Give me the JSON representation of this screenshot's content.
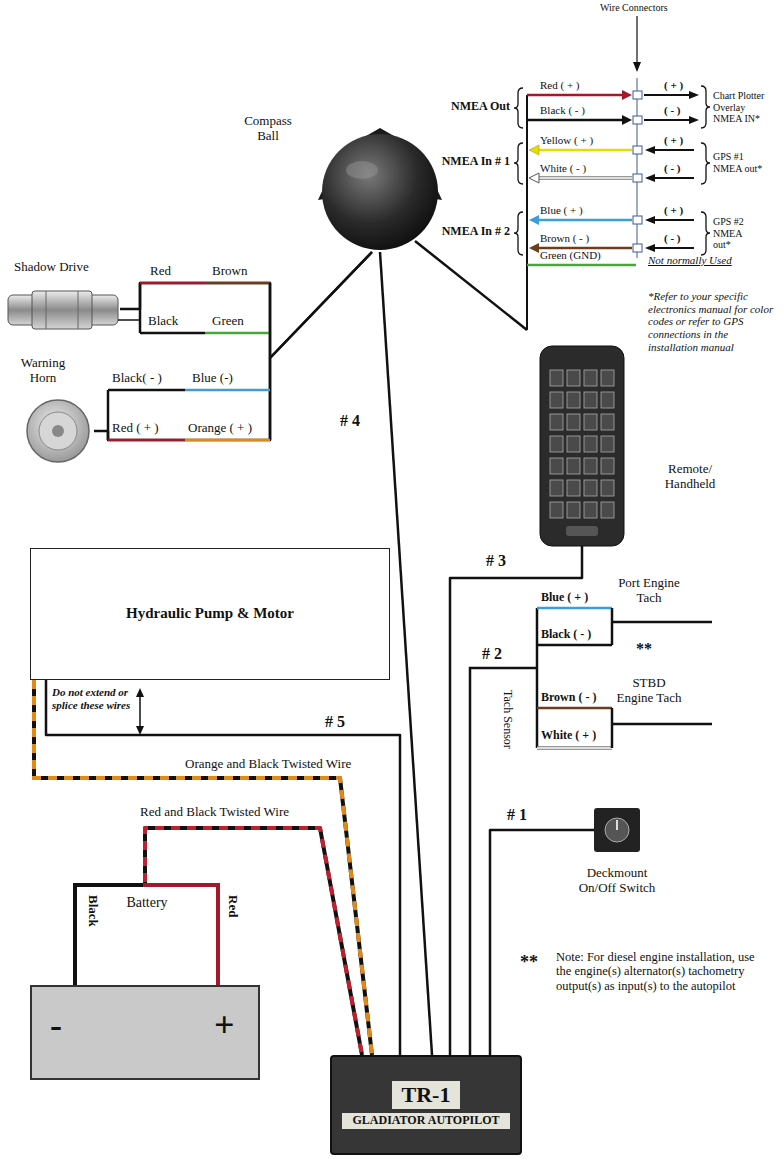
{
  "diagram": {
    "nodes": [
      {
        "text": [
          "Compass Ball"
        ]
      },
      {
        "text": [
          "Shadow Drive"
        ]
      },
      {
        "text": [
          "Warning Horn"
        ]
      },
      {
        "text": [
          "Remote/ Handheld"
        ]
      },
      {
        "text": [
          "Hydraulic Pump & Motor"
        ]
      },
      {
        "text": [
          "Deckmount On/Off Switch"
        ]
      },
      {
        "text": [
          "Battery",
          "-",
          "+"
        ]
      },
      {
        "text": [
          "TR-1",
          "GLADIATOR AUTOPILOT"
        ]
      }
    ],
    "edges": [
      {
        "from": 0,
        "to": 1,
        "arrow": "none"
      },
      {
        "from": 0,
        "to": 2,
        "arrow": "none"
      },
      {
        "from": 0,
        "to": 7,
        "label": "# 4",
        "arrow": "none"
      },
      {
        "from": 3,
        "to": 7,
        "label": "# 3",
        "arrow": "none"
      },
      {
        "from": 4,
        "to": 7,
        "label": "# 5",
        "arrow": "none"
      },
      {
        "from": 4,
        "to": 7,
        "label": "Orange and Black Twisted Wire",
        "arrow": "none"
      },
      {
        "from": 6,
        "to": 7,
        "label": "Red and Black Twisted Wire",
        "arrow": "none"
      },
      {
        "from": 5,
        "to": 7,
        "label": "# 1",
        "arrow": "none"
      }
    ],
    "labels": [
      "Wire Connectors",
      "NMEA Out",
      "NMEA In # 1",
      "NMEA In # 2",
      "Red ( + )",
      "Black ( - )",
      "Yellow ( + )",
      "White ( - )",
      "Blue ( + )",
      "Brown ( - )",
      "Green (GND)",
      "( + )",
      "( - )",
      "( + )",
      "( - )",
      "( + )",
      "( - )",
      "Chart Plotter Overlay NMEA IN*",
      "GPS #1 NMEA out*",
      "GPS #2 NMEA out*",
      "Not normally Used",
      "*Refer to your specific electronics manual for color codes or refer to GPS connections in the installation manual",
      "Red",
      "Brown",
      "Black",
      "Green",
      "Black( - )",
      "Blue (-)",
      "Red ( + )",
      "Orange ( + )",
      "# 2",
      "Tach Sensor",
      "Blue ( + )",
      "Black ( - )",
      "Port Engine Tach",
      "**",
      "Brown ( - )",
      "White ( + )",
      "STBD Engine Tach",
      "Do not extend or splice these wires",
      "Black",
      "Red",
      "**",
      "Note: For diesel engine installation, use the engine(s) alternator(s) tachometry output(s) as input(s) to the autopilot"
    ]
  }
}
